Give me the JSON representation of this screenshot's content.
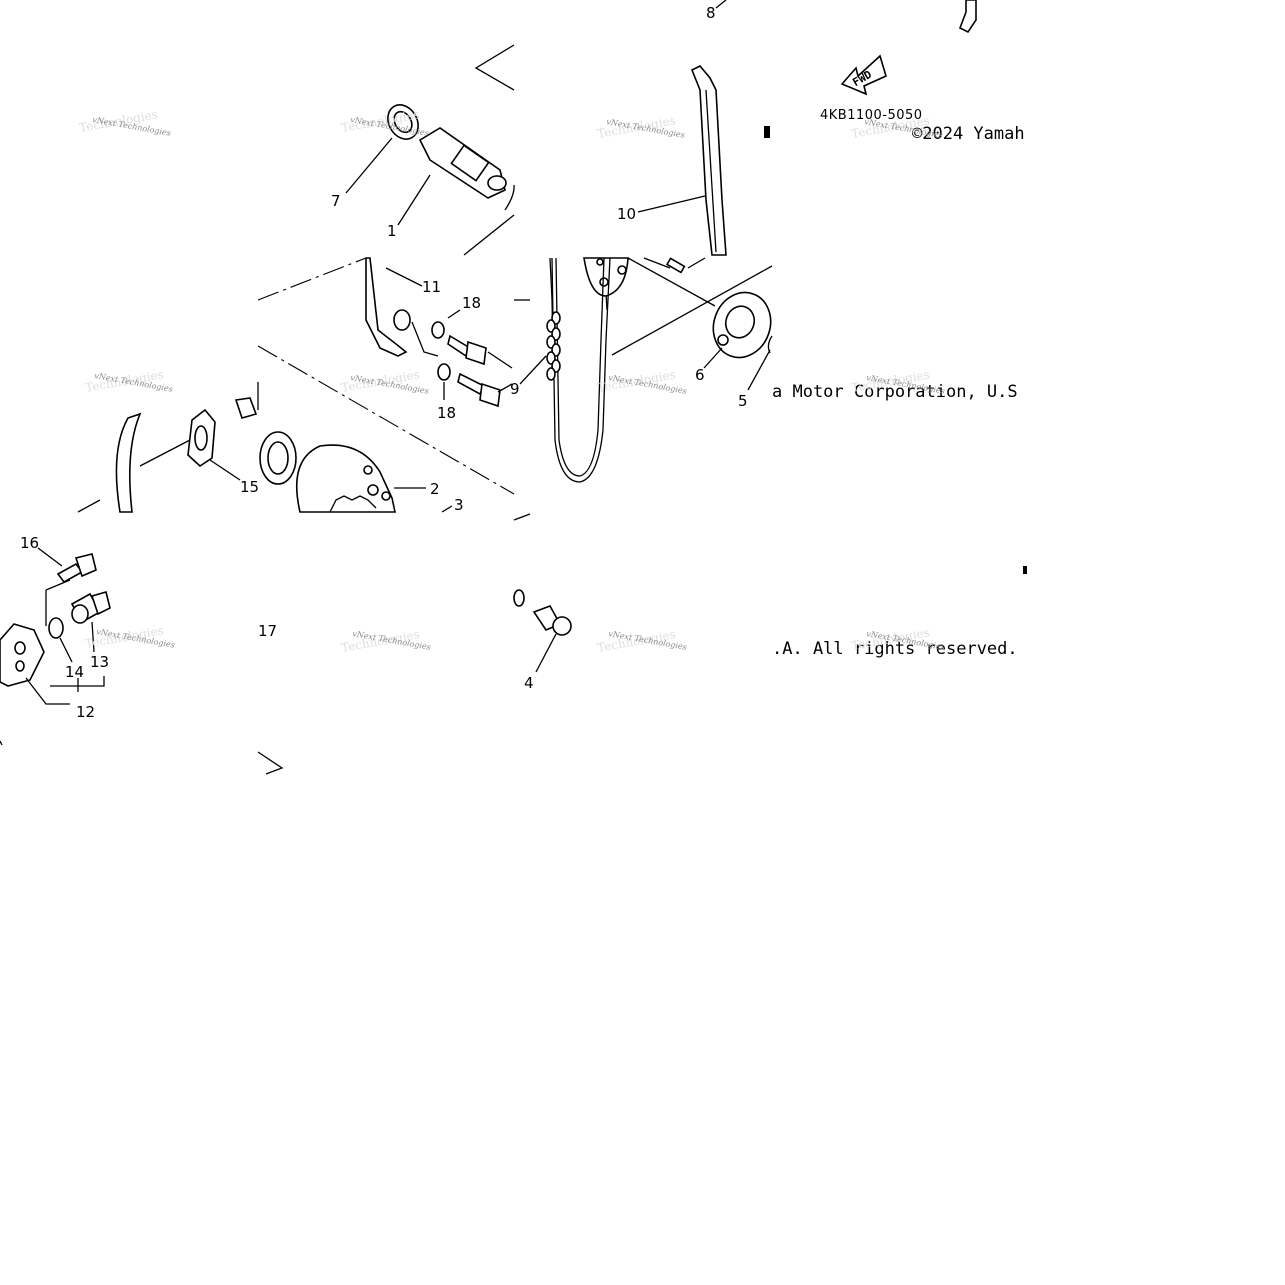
{
  "diagram": {
    "callouts": [
      {
        "id": "c1",
        "label": "1"
      },
      {
        "id": "c2",
        "label": "2"
      },
      {
        "id": "c3",
        "label": "3"
      },
      {
        "id": "c4",
        "label": "4"
      },
      {
        "id": "c5",
        "label": "5"
      },
      {
        "id": "c6",
        "label": "6"
      },
      {
        "id": "c7",
        "label": "7"
      },
      {
        "id": "c8",
        "label": "8"
      },
      {
        "id": "c9",
        "label": "9"
      },
      {
        "id": "c10",
        "label": "10"
      },
      {
        "id": "c11",
        "label": "11"
      },
      {
        "id": "c12",
        "label": "12"
      },
      {
        "id": "c13",
        "label": "13"
      },
      {
        "id": "c14",
        "label": "14"
      },
      {
        "id": "c15",
        "label": "15"
      },
      {
        "id": "c16",
        "label": "16"
      },
      {
        "id": "c17",
        "label": "17"
      },
      {
        "id": "c18a",
        "label": "18"
      },
      {
        "id": "c18b",
        "label": "18"
      }
    ],
    "part_code": "4KB1100-5050",
    "fwd_label": "FWD",
    "copyright_fragments": {
      "line1": "©2024 Yamah",
      "line2": "a Motor Corporation, U.S",
      "line3": ".A. All rights reserved."
    },
    "watermark": {
      "brand": "vNext Technologies",
      "shadow": "Technologies"
    }
  }
}
